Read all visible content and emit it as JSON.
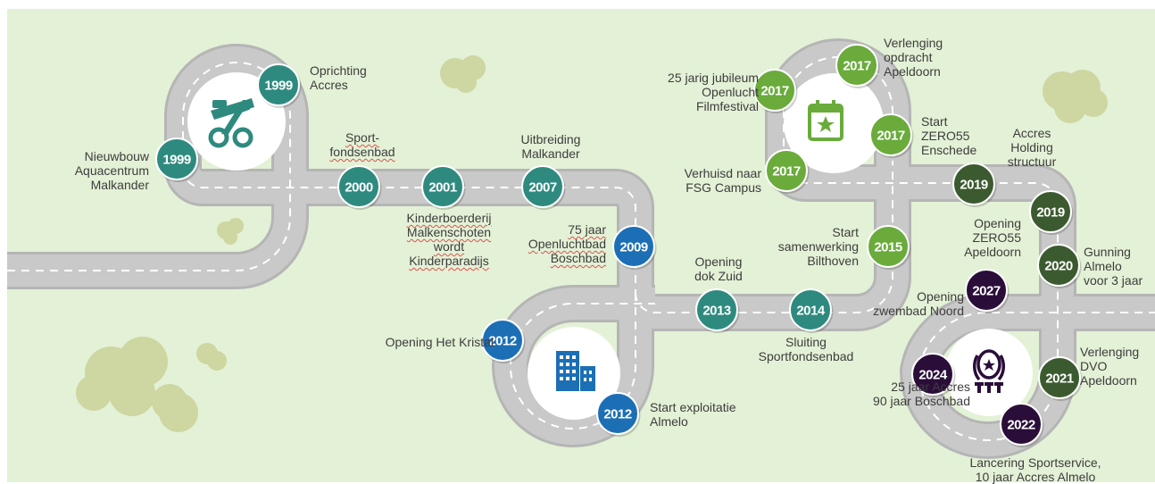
{
  "colors": {
    "background": "#e3f1d6",
    "road": "#c8c8c8",
    "road_edge": "#b9b9b9",
    "road_dash": "#ffffff",
    "bush": "#ced6a1",
    "teal": "#2e8a7f",
    "blue": "#1c6fb5",
    "light_green": "#6aab3c",
    "dark_green": "#3c5a2f",
    "dark_purple": "#2a0d39"
  },
  "icons": {
    "1999": "seesaw-icon",
    "2012": "building-icon",
    "2017": "calendar-star-icon",
    "2024": "balloons-icon"
  },
  "milestones": [
    {
      "id": "m1999a",
      "year": "1999",
      "color": "teal",
      "label": "Nieuwbouw\nAquacentrum\nMalkander"
    },
    {
      "id": "m1999b",
      "year": "1999",
      "color": "teal",
      "label": "Oprichting\nAccres"
    },
    {
      "id": "m2000",
      "year": "2000",
      "color": "teal",
      "label": "Sport-\nfondsenbad"
    },
    {
      "id": "m2001",
      "year": "2001",
      "color": "teal",
      "label": "Kinderboerderij\nMalkenschoten\nwordt\nKinderparadijs"
    },
    {
      "id": "m2007",
      "year": "2007",
      "color": "teal",
      "label": "Uitbreiding\nMalkander"
    },
    {
      "id": "m2009",
      "year": "2009",
      "color": "blue",
      "label": "75 jaar\nOpenluchtbad\nBoschbad"
    },
    {
      "id": "m2012a",
      "year": "2012",
      "color": "blue",
      "label": "Opening Het Kristal"
    },
    {
      "id": "m2012b",
      "year": "2012",
      "color": "blue",
      "label": "Start exploitatie\nAlmelo"
    },
    {
      "id": "m2013",
      "year": "2013",
      "color": "teal",
      "label": "Opening\ndok Zuid"
    },
    {
      "id": "m2014",
      "year": "2014",
      "color": "teal",
      "label": "Sluiting\nSportfondsenbad"
    },
    {
      "id": "m2015",
      "year": "2015",
      "color": "light_green",
      "label": "Start\nsamenwerking\nBilthoven"
    },
    {
      "id": "m2017a",
      "year": "2017",
      "color": "light_green",
      "label": "Verhuisd naar\nFSG Campus"
    },
    {
      "id": "m2017b",
      "year": "2017",
      "color": "light_green",
      "label": "25 jarig jubileum\nOpenlucht\nFilmfestival"
    },
    {
      "id": "m2017c",
      "year": "2017",
      "color": "light_green",
      "label": "Verlenging\nopdracht\nApeldoorn"
    },
    {
      "id": "m2017d",
      "year": "2017",
      "color": "light_green",
      "label": "Start\nZERO55\nEnschede"
    },
    {
      "id": "m2019a",
      "year": "2019",
      "color": "dark_green",
      "label": "Accres\nHolding\nstructuur"
    },
    {
      "id": "m2019b",
      "year": "2019",
      "color": "dark_green",
      "label": "Opening\nZERO55\nApeldoorn"
    },
    {
      "id": "m2020",
      "year": "2020",
      "color": "dark_green",
      "label": "Gunning\nAlmelo\nvoor 3 jaar"
    },
    {
      "id": "m2021",
      "year": "2021",
      "color": "dark_green",
      "label": "Verlenging\nDVO\nApeldoorn"
    },
    {
      "id": "m2022",
      "year": "2022",
      "color": "dark_purple",
      "label": "Lancering Sportservice,\n10 jaar Accres Almelo"
    },
    {
      "id": "m2024",
      "year": "2024",
      "color": "dark_purple",
      "label": "25 jaar Accres\n90 jaar Boschbad"
    },
    {
      "id": "m2027",
      "year": "2027",
      "color": "dark_purple",
      "label": "Opening\nzwembad Noord"
    }
  ]
}
